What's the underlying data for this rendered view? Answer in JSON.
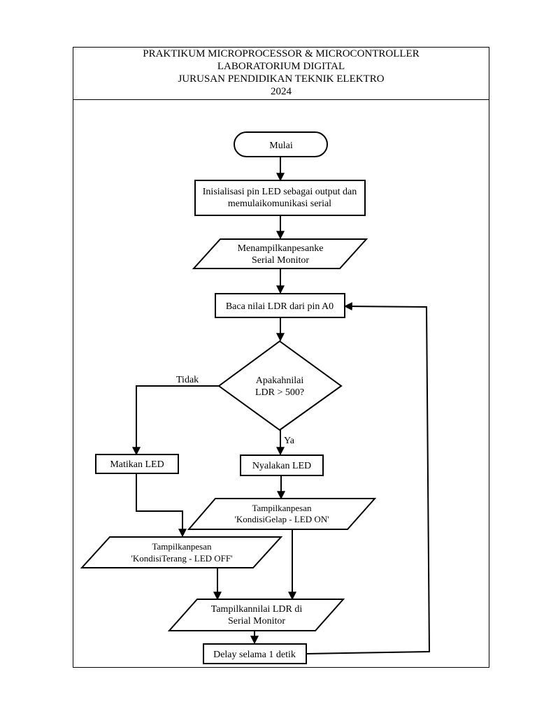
{
  "header": {
    "line1": "PRAKTIKUM MICROPROCESSOR & MICROCONTROLLER",
    "line2": "LABORATORIUM DIGITAL",
    "line3": "JURUSAN PENDIDIKAN TEKNIK ELEKTRO",
    "line4": "2024"
  },
  "flow": {
    "start": "Mulai",
    "init": [
      "Inisialisasi pin LED sebagai output dan",
      "memulaikomunikasi serial"
    ],
    "show_msg": [
      "Menampilkanpesanke",
      "Serial Monitor"
    ],
    "read_ldr": "Baca nilai LDR dari pin A0",
    "decision": [
      "Apakahnilai",
      "LDR > 500?"
    ],
    "label_no": "Tidak",
    "label_yes": "Ya",
    "led_off": "Matikan LED",
    "led_on": "Nyalakan LED",
    "msg_dark": [
      "Tampilkanpesan",
      "'KondisiGelap - LED ON'"
    ],
    "msg_bright": [
      "Tampilkanpesan",
      "'KondisiTerang - LED OFF'"
    ],
    "show_ldr": [
      "Tampilkannilai LDR di",
      "Serial Monitor"
    ],
    "delay": "Delay selama 1 detik"
  }
}
